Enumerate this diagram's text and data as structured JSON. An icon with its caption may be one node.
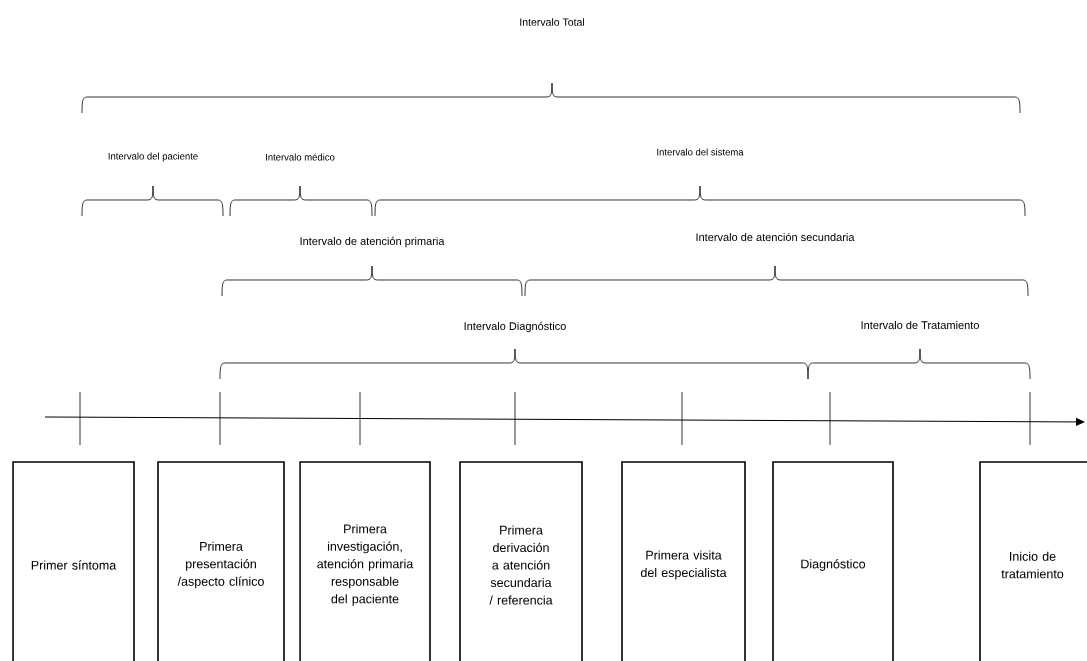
{
  "diagram": {
    "nodes": [
      {
        "text": [
          "Primer síntoma"
        ]
      },
      {
        "text": [
          "Primera presentación /aspecto clínico"
        ]
      },
      {
        "text": [
          "Primera investigación, atención primaria responsable del paciente"
        ]
      },
      {
        "text": [
          "Primera derivación a atención secundaria / referencia"
        ]
      },
      {
        "text": [
          "Primera visita del especialista"
        ]
      },
      {
        "text": [
          "Diagnóstico"
        ]
      },
      {
        "text": [
          "Inicio de tratamiento"
        ]
      }
    ],
    "labels": [
      "Intervalo Total",
      "Intervalo del paciente",
      "Intervalo médico",
      "Intervalo del sistema",
      "Intervalo de atención primaria",
      "Intervalo de atención secundaria",
      "Intervalo Diagnóstico",
      "Intervalo de Tratamiento"
    ]
  }
}
